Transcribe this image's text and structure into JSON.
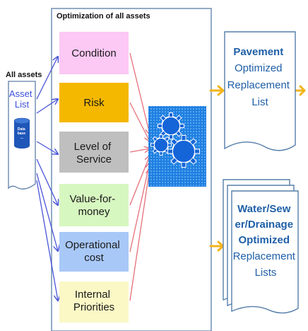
{
  "diagram": {
    "panel_title": "Optimization of all assets",
    "all_assets_label": "All assets",
    "asset_list_lines": [
      "Asset",
      "List"
    ],
    "database_icon_lines": [
      "Data",
      "base",
      "..."
    ],
    "gears_icon": "gears-icon",
    "criteria": [
      {
        "lines": [
          "Condition"
        ],
        "fill": "#fcc8f4"
      },
      {
        "lines": [
          "Risk"
        ],
        "fill": "#f5b800"
      },
      {
        "lines": [
          "Level of",
          "Service"
        ],
        "fill": "#bfbfbf"
      },
      {
        "lines": [
          "Value-for-",
          "money"
        ],
        "fill": "#d7f7c0"
      },
      {
        "lines": [
          "Operational",
          "cost"
        ],
        "fill": "#a8c8f8"
      },
      {
        "lines": [
          "Internal",
          "Priorities"
        ],
        "fill": "#fbf8c6"
      }
    ],
    "outputs": [
      {
        "name": "pavement",
        "bold_lines": [
          "Pavement"
        ],
        "lines": [
          "Optimized",
          "Replacement",
          "List"
        ]
      },
      {
        "name": "water",
        "bold_lines": [
          "Water/Sew",
          "er/Drainage",
          "Optimized"
        ],
        "lines": [
          "Replacement",
          "Lists"
        ]
      }
    ],
    "colors": {
      "arrow_left": "#4a55d8",
      "arrow_right": "#e5707a",
      "arrow_out": "#f2b41c",
      "panel_border": "#6f8fb3",
      "output_border": "#557ea9",
      "gear_bg": "#1f7fe0",
      "database": "#1f57b8"
    }
  }
}
